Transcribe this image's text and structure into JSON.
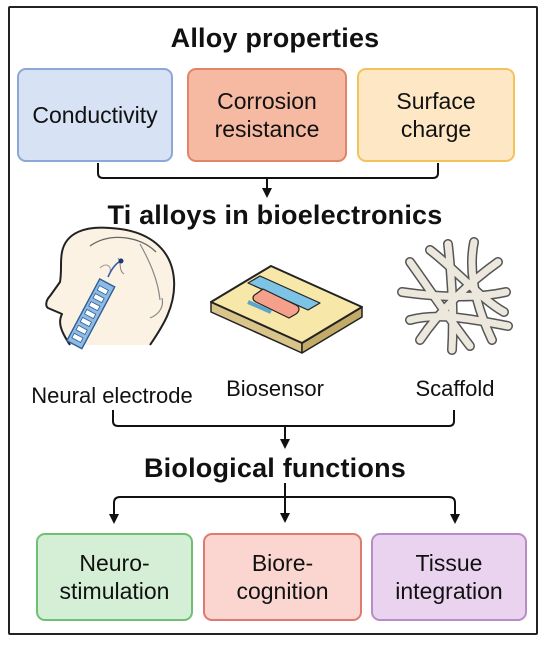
{
  "title_top": "Alloy properties",
  "properties": [
    {
      "label": "Conductivity",
      "fill": "#d7e2f4",
      "border": "#8ba8d6"
    },
    {
      "label": "Corrosion resistance",
      "fill": "#f6b9a2",
      "border": "#e08567"
    },
    {
      "label": "Surface charge",
      "fill": "#fde7c4",
      "border": "#f2c35b"
    }
  ],
  "title_middle": "Ti alloys in bioelectronics",
  "applications": [
    {
      "label": "Neural electrode",
      "icon": "head-with-electrode-icon"
    },
    {
      "label": "Biosensor",
      "icon": "biosensor-chip-icon"
    },
    {
      "label": "Scaffold",
      "icon": "fiber-scaffold-icon"
    }
  ],
  "title_bottom": "Biological functions",
  "functions": [
    {
      "label": "Neuro-\nstimulation",
      "fill": "#d4efd6",
      "border": "#6fbf74"
    },
    {
      "label": "Biore-\ncognition",
      "fill": "#fbd5d0",
      "border": "#e07a6e"
    },
    {
      "label": "Tissue\nintegration",
      "fill": "#ead3ef",
      "border": "#b98cc8"
    }
  ]
}
